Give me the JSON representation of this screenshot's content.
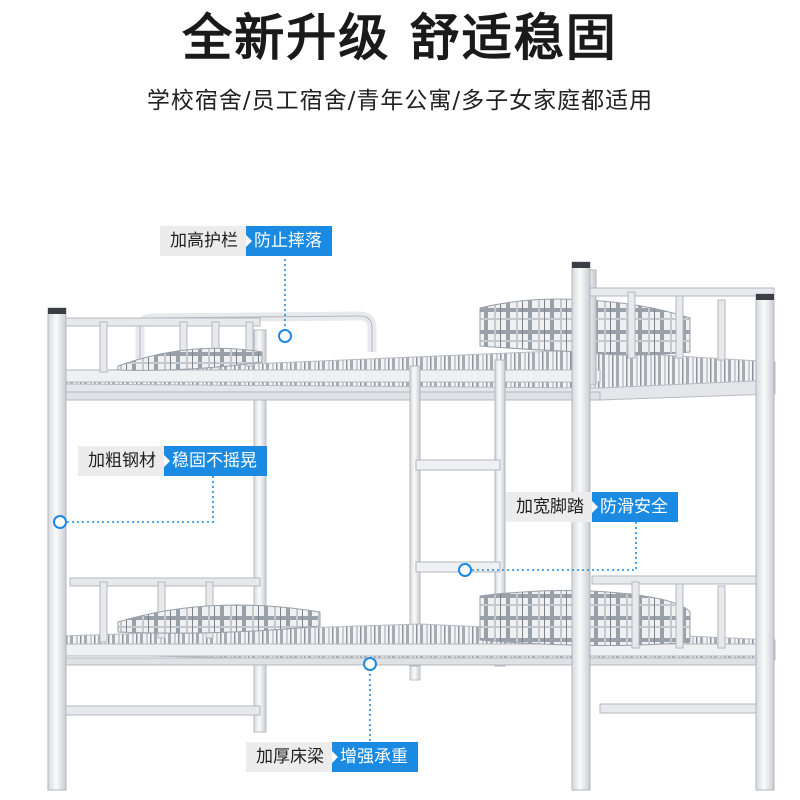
{
  "headline": "全新升级 舒适稳固",
  "subline": "学校宿舍/员工宿舍/青年公寓/多子女家庭都适用",
  "colors": {
    "accent": "#1a8ae2",
    "label_bg": "#ececec",
    "frame": "#e9eaec",
    "mattress_stripe": "#9aa0a8"
  },
  "callouts": {
    "guardrail": {
      "label": "加高护栏",
      "tag": "防止摔落"
    },
    "steel": {
      "label": "加粗钢材",
      "tag": "稳固不摇晃"
    },
    "step": {
      "label": "加宽脚踏",
      "tag": "防滑安全"
    },
    "beam": {
      "label": "加厚床梁",
      "tag": "增强承重"
    }
  },
  "icons": {
    "callout_marker": "ring-dot-icon"
  }
}
